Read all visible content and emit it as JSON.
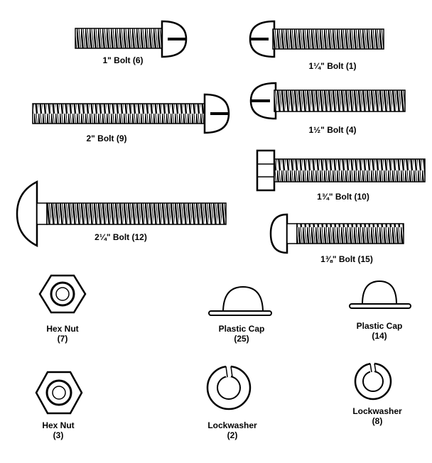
{
  "title": "",
  "colors": {
    "ink": "#000000",
    "paper": "#ffffff"
  },
  "parts": {
    "bolt_1in": {
      "label": "1\" Bolt (6)"
    },
    "bolt_1_1_4in": {
      "label": "1¼\" Bolt (1)"
    },
    "bolt_2in": {
      "label": "2\" Bolt (9)"
    },
    "bolt_1_1_2in": {
      "label": "1½\" Bolt (4)"
    },
    "bolt_1_3_4in": {
      "label": "1¾\" Bolt (10)"
    },
    "bolt_2_1_4in": {
      "label": "2¼\" Bolt (12)"
    },
    "bolt_1_3_8in": {
      "label": "1⅜\" Bolt (15)"
    },
    "hex_nut_a": {
      "name": "Hex Nut",
      "qty": "(7)"
    },
    "hex_nut_b": {
      "name": "Hex Nut",
      "qty": "(3)"
    },
    "plastic_cap_a": {
      "name": "Plastic Cap",
      "qty": "(25)"
    },
    "plastic_cap_b": {
      "name": "Plastic Cap",
      "qty": "(14)"
    },
    "lockwasher_a": {
      "name": "Lockwasher",
      "qty": "(2)"
    },
    "lockwasher_b": {
      "name": "Lockwasher",
      "qty": "(8)"
    }
  }
}
